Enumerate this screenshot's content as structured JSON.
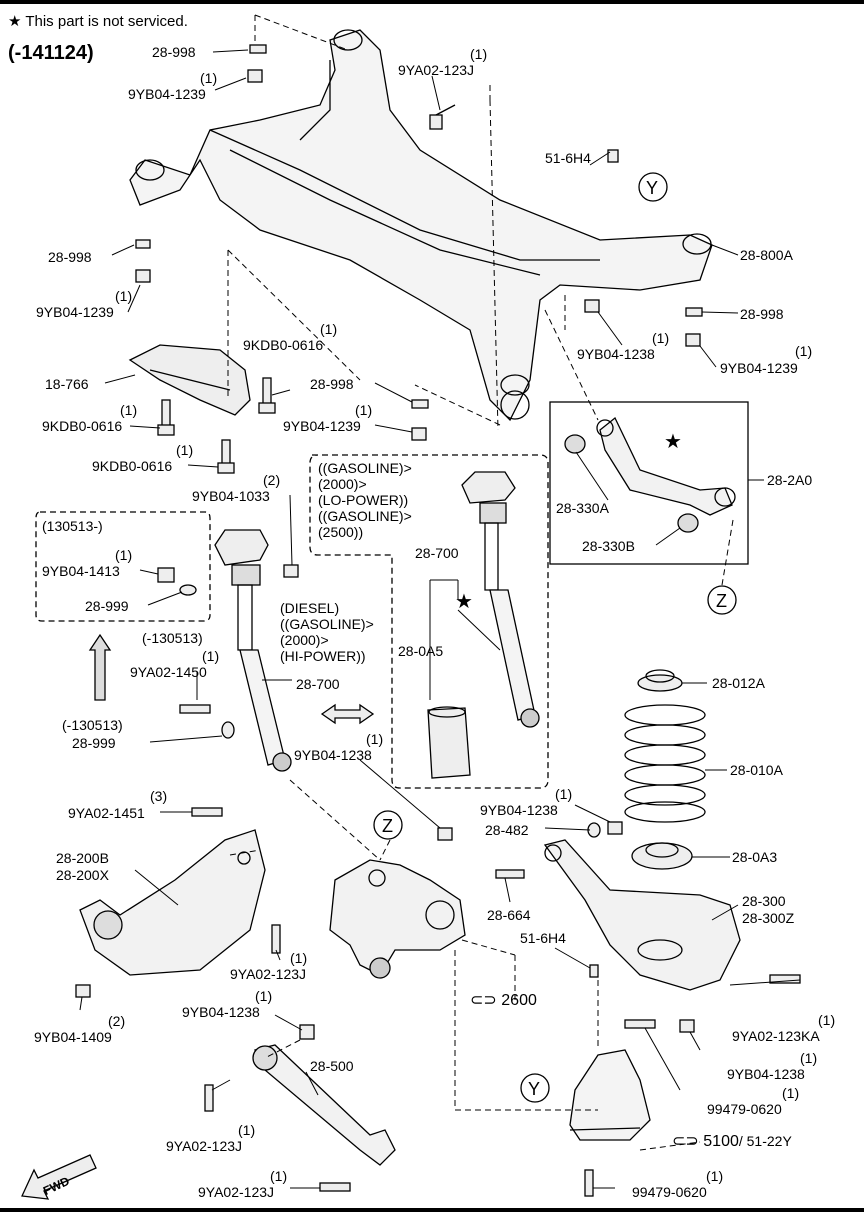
{
  "header": {
    "star_note": "★ This part is not serviced.",
    "serial_range": "(-141124)"
  },
  "labels": {
    "p28_998_a": "28-998",
    "q_yb04_1239_a": "(1)",
    "p_yb04_1239_a": "9YB04-1239",
    "q_ya02_123j_a": "(1)",
    "p_ya02_123j_a": "9YA02-123J",
    "p51_6h4_a": "51-6H4",
    "callout_y_a": "Y",
    "p28_998_b": "28-998",
    "q_yb04_1239_b": "(1)",
    "p_yb04_1239_b": "9YB04-1239",
    "p28_800a": "28-800A",
    "p28_998_c": "28-998",
    "q_yb04_1238_a": "(1)",
    "p_yb04_1238_a": "9YB04-1238",
    "q_yb04_1239_c": "(1)",
    "p_yb04_1239_c": "9YB04-1239",
    "q_kdb0_a": "(1)",
    "p_kdb0_a": "9KDB0-0616",
    "p18_766": "18-766",
    "q_kdb0_b": "(1)",
    "p_kdb0_b": "9KDB0-0616",
    "p28_998_d": "28-998",
    "q_yb04_1239_d": "(1)",
    "p_yb04_1239_d": "9YB04-1239",
    "q_kdb0_c": "(1)",
    "p_kdb0_c": "9KDB0-0616",
    "q_yb04_1033": "(2)",
    "p_yb04_1033": "9YB04-1033",
    "gas_note": [
      "((GASOLINE)>",
      "(2000)>",
      "(LO-POWER))",
      "((GASOLINE)>",
      "(2500))"
    ],
    "p28_2a0": "28-2A0",
    "p28_330a": "28-330A",
    "p28_330b": "28-330B",
    "callout_z_a": "Z",
    "range_130513": "(130513-)",
    "q_yb04_1413": "(1)",
    "p_yb04_1413": "9YB04-1413",
    "p28_999_a": "28-999",
    "p28_700_a": "28-700",
    "p28_0a5": "28-0A5",
    "diesel_note": [
      "(DIESEL)",
      "((GASOLINE)>",
      "(2000)>",
      "(HI-POWER))"
    ],
    "range_neg130513_a": "(-130513)",
    "q_ya02_1450": "(1)",
    "p_ya02_1450": "9YA02-1450",
    "p28_700_b": "28-700",
    "p28_012a": "28-012A",
    "range_neg130513_b": "(-130513)",
    "p28_999_b": "28-999",
    "q_yb04_1238_b": "(1)",
    "p_yb04_1238_b": "9YB04-1238",
    "p28_010a": "28-010A",
    "q_ya02_1451": "(3)",
    "p_ya02_1451": "9YA02-1451",
    "q_yb04_1238_c": "(1)",
    "p_yb04_1238_c": "9YB04-1238",
    "callout_z_b": "Z",
    "p28_482": "28-482",
    "p28_200b": "28-200B",
    "p28_200x": "28-200X",
    "p28_0a3": "28-0A3",
    "p28_664": "28-664",
    "p28_300": "28-300",
    "p28_300z": "28-300Z",
    "p51_6h4_b": "51-6H4",
    "q_ya02_123j_b": "(1)",
    "p_ya02_123j_b": "9YA02-123J",
    "ref_2600": "2600",
    "q_yb04_1409": "(2)",
    "p_yb04_1409": "9YB04-1409",
    "q_yb04_1238_d": "(1)",
    "p_yb04_1238_d": "9YB04-1238",
    "q_ya02_123ka": "(1)",
    "p_ya02_123ka": "9YA02-123KA",
    "p28_500": "28-500",
    "q_yb04_1238_e": "(1)",
    "p_yb04_1238_e": "9YB04-1238",
    "callout_y_b": "Y",
    "q_99479_a": "(1)",
    "p_99479_a": "99479-0620",
    "q_ya02_123j_c": "(1)",
    "p_ya02_123j_c": "9YA02-123J",
    "ref_5100": "5100",
    "ref_51_22y": "/ 51-22Y",
    "fwd": "FWD",
    "q_ya02_123j_d": "(1)",
    "p_ya02_123j_d": "9YA02-123J",
    "q_99479_b": "(1)",
    "p_99479_b": "99479-0620"
  }
}
